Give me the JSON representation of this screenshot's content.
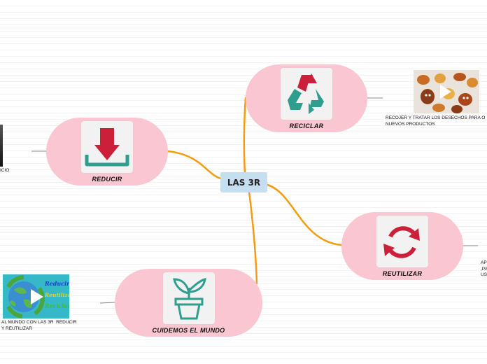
{
  "center": {
    "label": "LAS 3R"
  },
  "branches": {
    "reciclar": {
      "label": "RECICLAR",
      "icon": "recycle-icon",
      "note": "RECOJER Y TRATAR LOS DESECHOS PARA O\nNUEVOS PRODUCTOS",
      "media": "leaf-crafts-video-thumbnail"
    },
    "reducir": {
      "label": "REDUCIR",
      "icon": "download-arrow-icon",
      "note": "ICIO"
    },
    "reutilizar": {
      "label": "REUTILIZAR",
      "icon": "circular-arrows-icon",
      "note": "AP\n,PA\nUS"
    },
    "cuidemos": {
      "label": "CUIDEMOS EL MUNDO",
      "icon": "plant-pot-icon",
      "note": "AL MUNDO CON LAS 3R  REDUCIR\nY REUTILIZAR",
      "media": "globe-3r-video-thumbnail",
      "media_words": [
        "Reducir",
        "Reutilizar",
        "Reciclar"
      ]
    }
  },
  "colors": {
    "node_fill": "#f9c6d1",
    "center_fill": "#c5dff0",
    "connector": "#f39c12",
    "icon_red": "#cc1f3a",
    "icon_teal": "#2f9e8f"
  }
}
